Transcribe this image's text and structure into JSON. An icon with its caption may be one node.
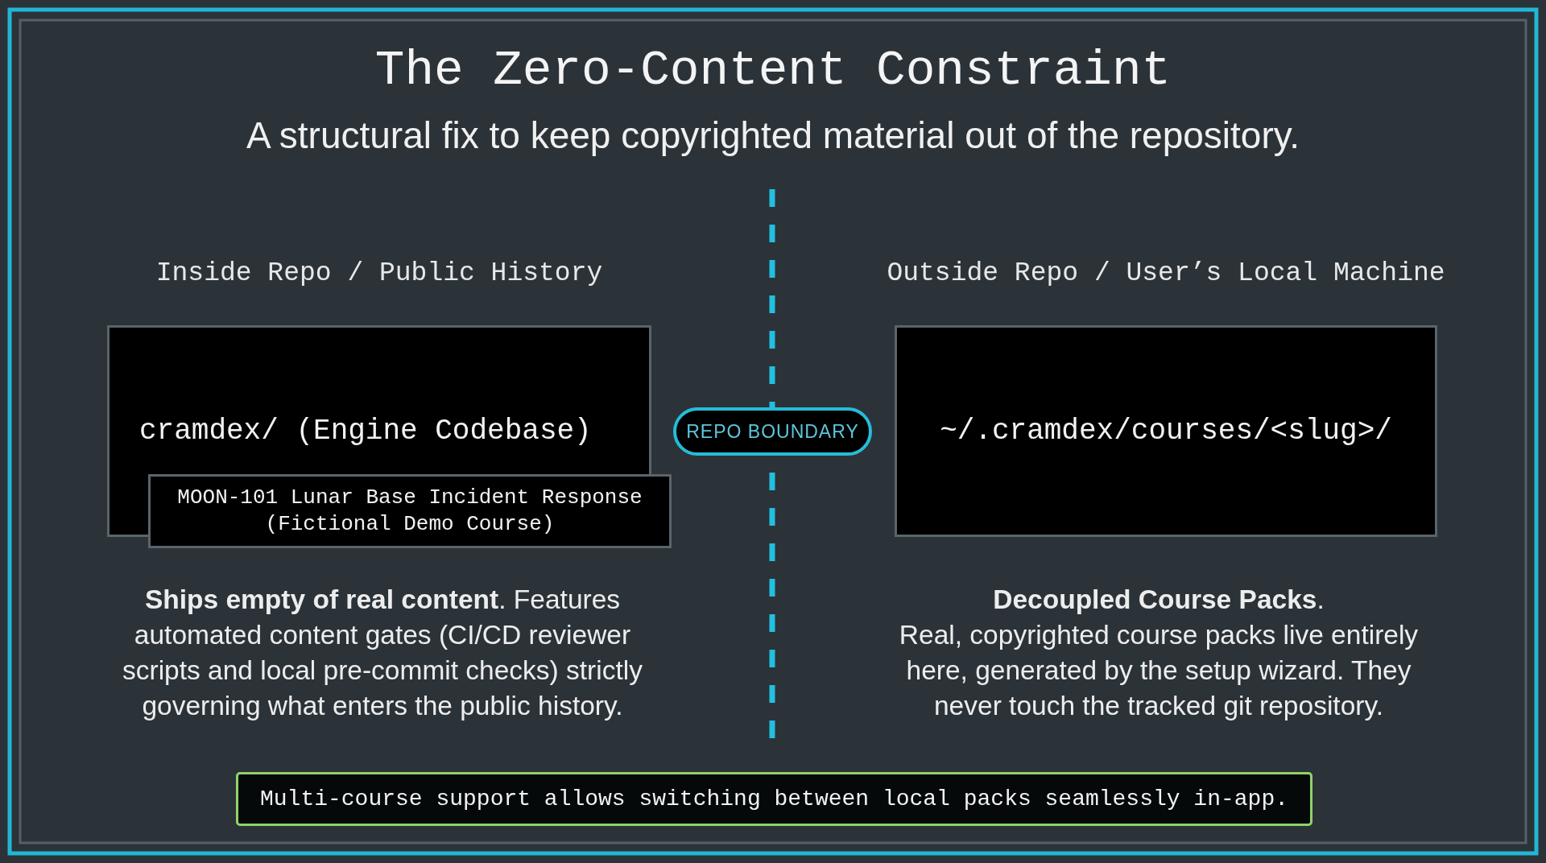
{
  "diagram": {
    "title": "The Zero-Content Constraint",
    "nodes": [
      {
        "text": [
          "Inside Repo / Public History",
          "cramdex/ (Engine Codebase)"
        ],
        "beside": [
          "**Ships empty of real content**. Features automated content gates (CI/CD reviewer scripts and local pre-commit checks) strictly governing what enters the public history."
        ]
      },
      {
        "text": [
          "MOON-101 Lunar Base Incident Response (Fictional Demo Course)"
        ]
      },
      {
        "text": [
          "REPO BOUNDARY"
        ]
      },
      {
        "text": [
          "Outside Repo / User’s Local Machine",
          "~/.cramdex/courses/<slug>/"
        ],
        "beside": [
          "**Decoupled Course Packs**.",
          "Real, copyrighted course packs live entirely here, generated by the setup wizard. They never touch the tracked git repository."
        ]
      },
      {
        "text": [
          "Multi-course support allows switching between local packs seamlessly in-app."
        ]
      }
    ],
    "labels": [
      "A structural fix to keep copyrighted material out of the repository."
    ]
  }
}
